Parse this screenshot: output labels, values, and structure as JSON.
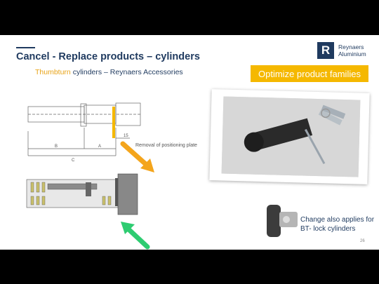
{
  "title": "Cancel - Replace products – cylinders",
  "subtitle": {
    "highlight": "Thumbturn",
    "rest": " cylinders – Reynaers Accessories"
  },
  "logo": {
    "letter": "R",
    "line1": "Reynaers",
    "line2": "Aluminium"
  },
  "banner": "Optimize product families",
  "diagram": {
    "dim_15": "15",
    "dim_b": "B",
    "dim_a": "A",
    "dim_c": "C"
  },
  "caption": "Removal of positioning plate",
  "note": {
    "line1": "Change also applies for",
    "line2": "BT- lock cylinders"
  },
  "page_number": "26",
  "colors": {
    "brand": "#1f3a5f",
    "accent": "#f5b800",
    "arrow_orange": "#f4a51c",
    "arrow_green": "#2ecc71"
  }
}
